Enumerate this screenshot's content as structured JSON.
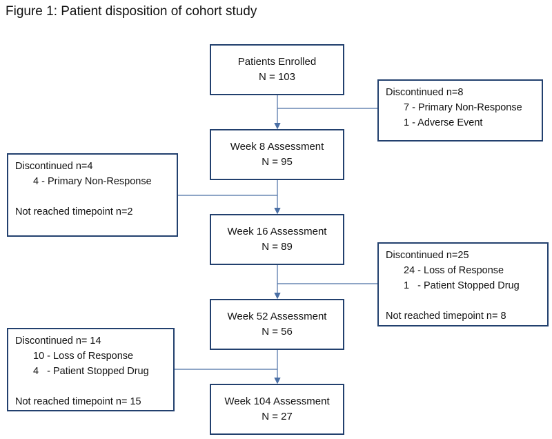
{
  "title": "Figure 1: Patient disposition of cohort study",
  "stages": [
    {
      "label": "Patients Enrolled",
      "n": "N = 103"
    },
    {
      "label": "Week 8 Assessment",
      "n": "N = 95"
    },
    {
      "label": "Week 16 Assessment",
      "n": "N = 89"
    },
    {
      "label": "Week 52 Assessment",
      "n": "N = 56"
    },
    {
      "label": "Week 104 Assessment",
      "n": "N = 27"
    }
  ],
  "exits": [
    {
      "heading": "Discontinued n=8",
      "items": [
        "7 - Primary Non-Response",
        "1 - Adverse Event"
      ],
      "note": ""
    },
    {
      "heading": "Discontinued n=4",
      "items": [
        "4 - Primary Non-Response"
      ],
      "note": "Not reached timepoint n=2"
    },
    {
      "heading": "Discontinued n=25",
      "items": [
        "24 - Loss of Response",
        "1   - Patient Stopped Drug"
      ],
      "note": "Not reached timepoint n= 8"
    },
    {
      "heading": "Discontinued n= 14",
      "items": [
        "10 - Loss of Response",
        "4   - Patient Stopped Drug"
      ],
      "note": "Not reached timepoint n= 15"
    }
  ],
  "colors": {
    "box_border": "#22406e",
    "connector": "#4a6fa5"
  }
}
